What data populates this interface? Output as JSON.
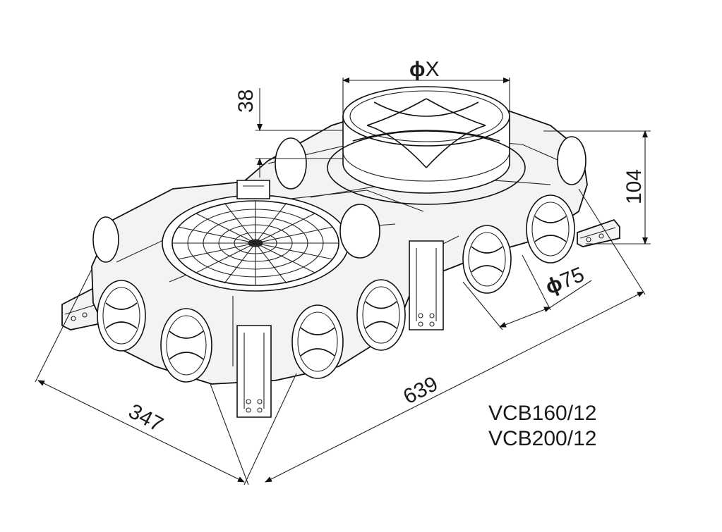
{
  "dimensions": {
    "outlet_diameter_symbol": "ϕ",
    "outlet_diameter_value": "X",
    "flange_height": "38",
    "total_height": "104",
    "spigot_diameter_symbol": "ϕ",
    "spigot_diameter_value": "75",
    "length": "639",
    "width": "347"
  },
  "models": [
    "VCB160/12",
    "VCB200/12"
  ]
}
